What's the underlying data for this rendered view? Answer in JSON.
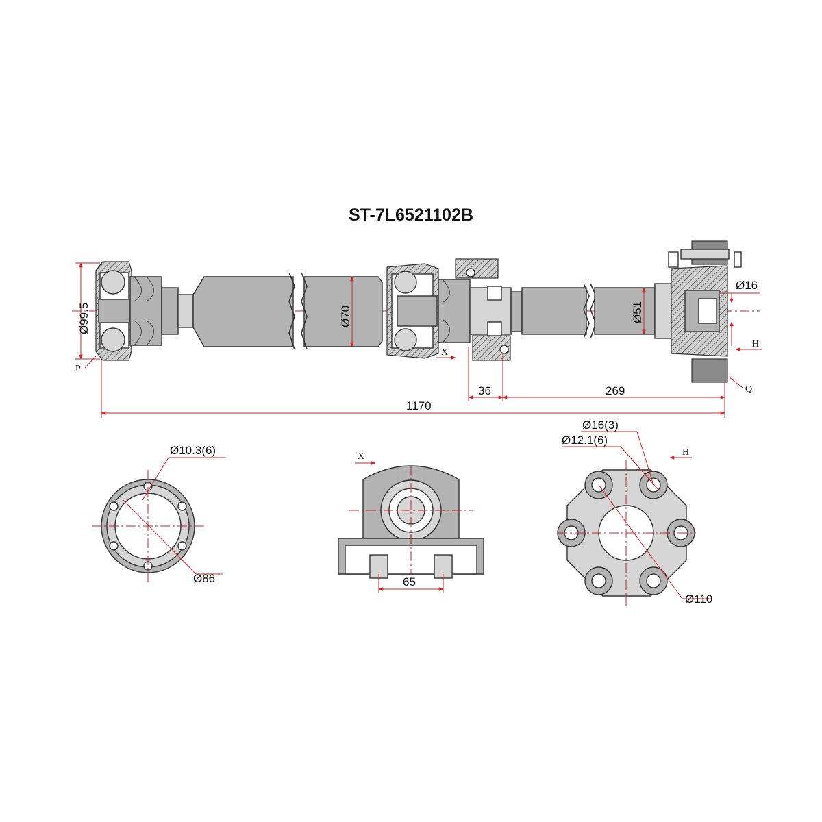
{
  "title": "ST-7L6521102B",
  "dimensions": {
    "flange_dia": "Ø99.5",
    "tube_front_dia": "Ø70",
    "tube_rear_dia": "Ø51",
    "pin_dia": "Ø16",
    "len_36": "36",
    "len_269": "269",
    "len_total": "1170",
    "bolt_holes": "Ø10.3(6)",
    "pcd_front": "Ø86",
    "bearing_span": "65",
    "coupling_holes_large": "Ø16(3)",
    "coupling_holes_small": "Ø12.1(6)",
    "pcd_coupling": "Ø110"
  },
  "labels": {
    "p": "P",
    "q": "Q",
    "x_main": "X",
    "h_main": "H",
    "x_view": "X",
    "h_view": "H"
  },
  "colors": {
    "outline": "#333333",
    "dimension": "#d2232a",
    "fill": "#b3b3b3"
  }
}
